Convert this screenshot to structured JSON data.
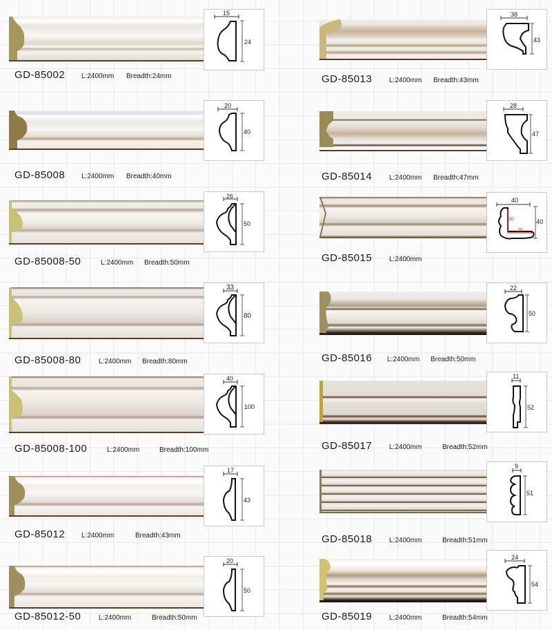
{
  "catalog": {
    "left_column": [
      {
        "code": "GD-85002",
        "length": "L:2400mm",
        "breadth": "Breadth:24mm",
        "profile_width": "15",
        "profile_height": "24"
      },
      {
        "code": "GD-85008",
        "length": "L:2400mm",
        "breadth": "Breadth:40mm",
        "profile_width": "20",
        "profile_height": "40"
      },
      {
        "code": "GD-85008-50",
        "length": "L:2400mm",
        "breadth": "Breadth:50mm",
        "profile_width": "26",
        "profile_height": "50"
      },
      {
        "code": "GD-85008-80",
        "length": "L:2400mm",
        "breadth": "Breadth:80mm",
        "profile_width": "33",
        "profile_height": "80"
      },
      {
        "code": "GD-85008-100",
        "length": "L:2400mm",
        "breadth": "Breadth:100mm",
        "profile_width": "40",
        "profile_height": "100"
      },
      {
        "code": "GD-85012",
        "length": "L:2400mm",
        "breadth": "Breadth:43mm",
        "profile_width": "17",
        "profile_height": "43"
      },
      {
        "code": "GD-85012-50",
        "length": "L:2400mm",
        "breadth": "Breadth:50mm",
        "profile_width": "20",
        "profile_height": "50"
      }
    ],
    "right_column": [
      {
        "code": "GD-85013",
        "length": "L:2400mm",
        "breadth": "Breadth:43mm",
        "profile_width": "38",
        "profile_height": "43"
      },
      {
        "code": "GD-85014",
        "length": "L:2400mm",
        "breadth": "Breadth:47mm",
        "profile_width": "28",
        "profile_height": "47"
      },
      {
        "code": "GD-85015",
        "length": "L:2400mm",
        "breadth": "",
        "profile_width": "40",
        "profile_height": "40",
        "inner_a": "30",
        "inner_b": "30"
      },
      {
        "code": "GD-85016",
        "length": "L:2400mm",
        "breadth": "Breadth:50mm",
        "profile_width": "22",
        "profile_height": "50"
      },
      {
        "code": "GD-85017",
        "length": "L:2400mm",
        "breadth": "Breadth:52mm",
        "profile_width": "11",
        "profile_height": "52"
      },
      {
        "code": "GD-85018",
        "length": "L:2400mm",
        "breadth": "Breadth:51mm",
        "profile_width": "9",
        "profile_height": "51"
      },
      {
        "code": "GD-85019",
        "length": "L:2400mm",
        "breadth": "Breadth:54mm",
        "profile_width": "24",
        "profile_height": "54"
      }
    ]
  },
  "colors": {
    "background": "#fbfbfb",
    "grid": "#e8e8e8",
    "molding_face": "#f1efea",
    "molding_shadow": "#b9a58e",
    "endcap_gold": "#c8b878",
    "endcap_olive": "#a08f5e",
    "inner_dimension_red": "#e0302a"
  }
}
